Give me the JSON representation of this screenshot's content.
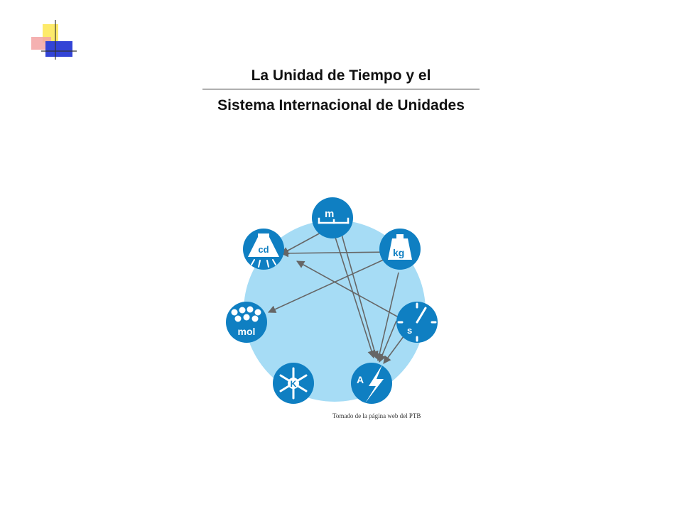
{
  "title": {
    "line1": "La Unidad de Tiempo y el",
    "line2": "Sistema Internacional de Unidades"
  },
  "units": {
    "meter": "m",
    "kilogram": "kg",
    "second": "s",
    "ampere": "A",
    "kelvin": "K",
    "mole": "mol",
    "candela": "cd"
  },
  "caption": "Tomado de la página web del PTB",
  "colors": {
    "circle_fill": "#a6dcf5",
    "node_fill": "#0f7fc2",
    "arrow": "#666666",
    "deco_yellow": "#fdea6a",
    "deco_red": "#f3a3a3",
    "deco_blue": "#3344d6"
  },
  "icons": [
    "ruler-icon",
    "weight-icon",
    "clock-icon",
    "lightning-icon",
    "snowflake-icon",
    "molecules-icon",
    "lamp-icon"
  ]
}
